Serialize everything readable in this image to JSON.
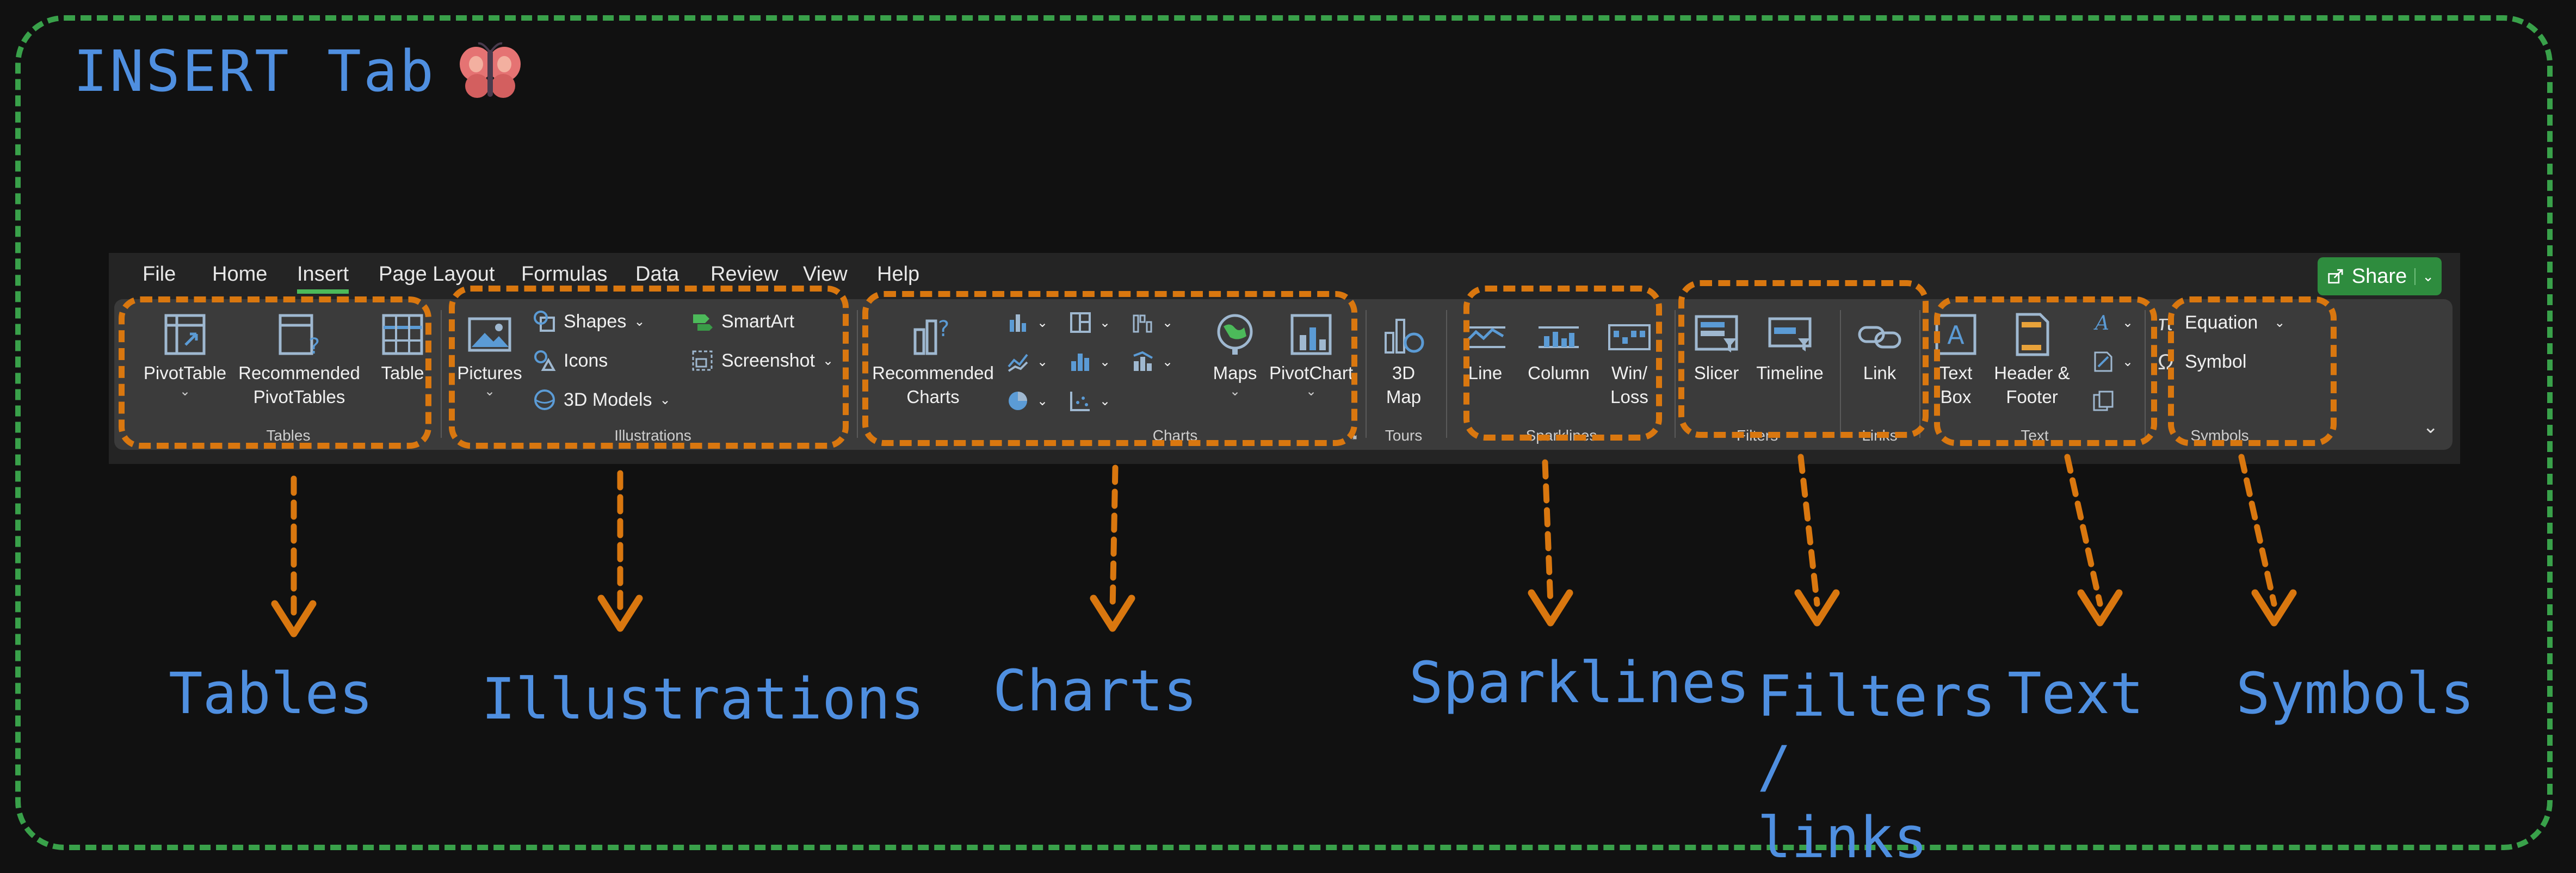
{
  "page_title": "INSERT Tab",
  "menu_tabs": [
    "File",
    "Home",
    "Insert",
    "Page Layout",
    "Formulas",
    "Data",
    "Review",
    "View",
    "Help"
  ],
  "share": {
    "label": "Share"
  },
  "groups": {
    "tables": {
      "label": "Tables",
      "pivottable": "PivotTable",
      "recommended_pivot": "Recommended PivotTables",
      "table": "Table"
    },
    "illustrations": {
      "label": "Illustrations",
      "pictures": "Pictures",
      "shapes": "Shapes",
      "icons": "Icons",
      "models": "3D Models",
      "smartart": "SmartArt",
      "screenshot": "Screenshot"
    },
    "charts": {
      "label": "Charts",
      "recommended_charts": "Recommended Charts",
      "maps": "Maps",
      "pivotchart": "PivotChart"
    },
    "tours": {
      "label": "Tours",
      "map3d": "3D Map"
    },
    "sparklines": {
      "label": "Sparklines",
      "line": "Line",
      "column": "Column",
      "winloss": "Win/ Loss"
    },
    "filters": {
      "label": "Filters",
      "slicer": "Slicer",
      "timeline": "Timeline"
    },
    "links": {
      "label": "Links",
      "link": "Link"
    },
    "text": {
      "label": "Text",
      "textbox": "Text Box",
      "header_footer": "Header & Footer"
    },
    "symbols": {
      "label": "Symbols",
      "equation": "Equation",
      "symbol": "Symbol"
    }
  },
  "annotations": {
    "tables": "Tables",
    "illustrations": "Illustrations",
    "charts": "Charts",
    "sparklines": "Sparklines",
    "filters_links": "Filters / links",
    "text": "Text",
    "symbols": "Symbols"
  },
  "colors": {
    "frame": "#39a14a",
    "annotation": "#4f8fe0",
    "highlight": "#d9770f",
    "share": "#2e8c3e"
  }
}
